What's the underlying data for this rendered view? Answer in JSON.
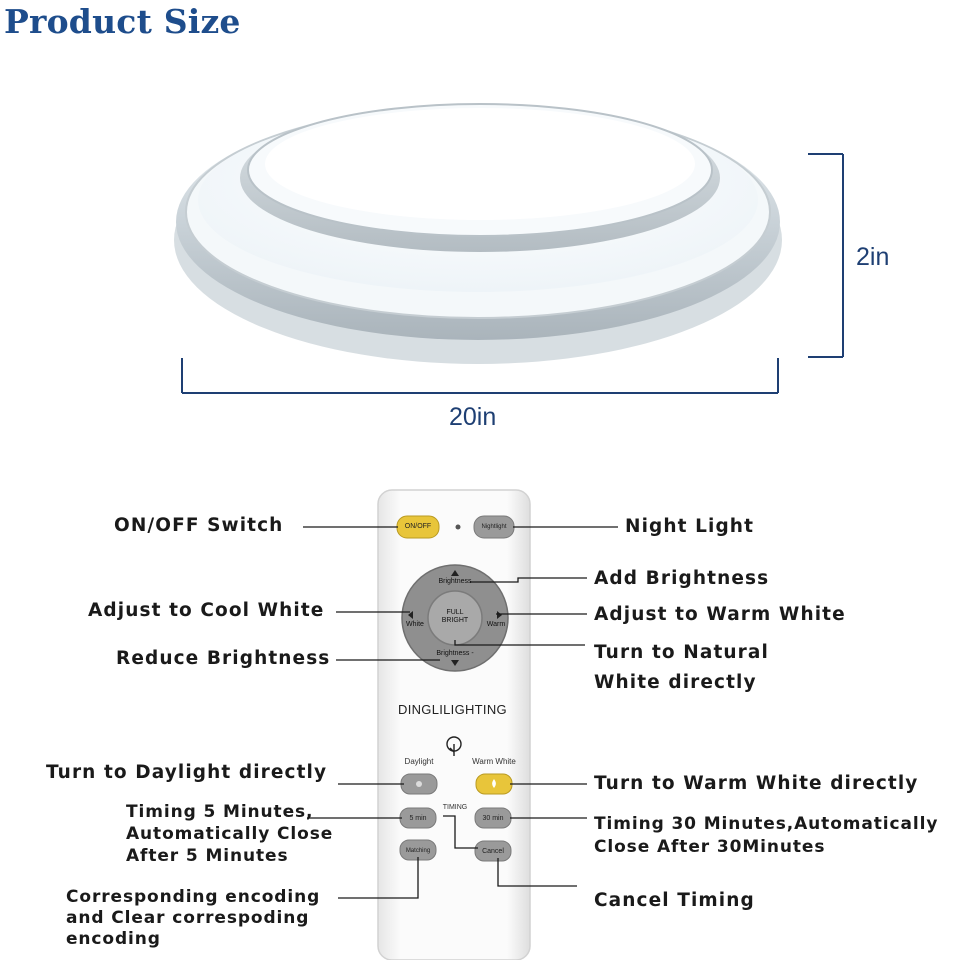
{
  "title": "Product Size",
  "dimensions": {
    "height": "2in",
    "width": "20in"
  },
  "remote": {
    "brand": "DINGLILIGHTING",
    "buttons": {
      "on_off": "ON/OFF",
      "night_light": "Nightlight",
      "brightness_up": "Brightness",
      "brightness_down": "Brightness -",
      "white": "White",
      "warm": "Warm",
      "full_bright": "FULL BRIGHT",
      "daylight": "Daylight",
      "warm_white": "Warm White",
      "timing": "TIMING",
      "five_min": "5 min",
      "thirty_min": "30 min",
      "matching": "Matching",
      "cancel": "Cancel"
    }
  },
  "callouts": {
    "on_off": "ON/OFF Switch",
    "night_light": "Night Light",
    "add_brightness": "Add Brightness",
    "cool_white": "Adjust to Cool White",
    "warm_white_adjust": "Adjust to Warm White",
    "reduce_brightness": "Reduce Brightness",
    "natural_1": "Turn to Natural",
    "natural_2": "White directly",
    "daylight": "Turn to Daylight directly",
    "warm_white_direct": "Turn to Warm White directly",
    "timing5_1": "Timing 5 Minutes,",
    "timing5_2": "Automatically Close",
    "timing5_3": "After 5 Minutes",
    "timing30_1": "Timing 30 Minutes,Automatically",
    "timing30_2": "Close After 30Minutes",
    "encoding_1": "Corresponding encoding",
    "encoding_2": "and Clear correspoding",
    "encoding_3": "encoding",
    "cancel_timing": "Cancel Timing"
  },
  "colors": {
    "title": "#1e4d8c",
    "dimension_lines": "#1e3f73",
    "yellow_button": "#e8c53a",
    "grey_button": "#9a9a9a",
    "dpad": "#8f8f8f"
  }
}
